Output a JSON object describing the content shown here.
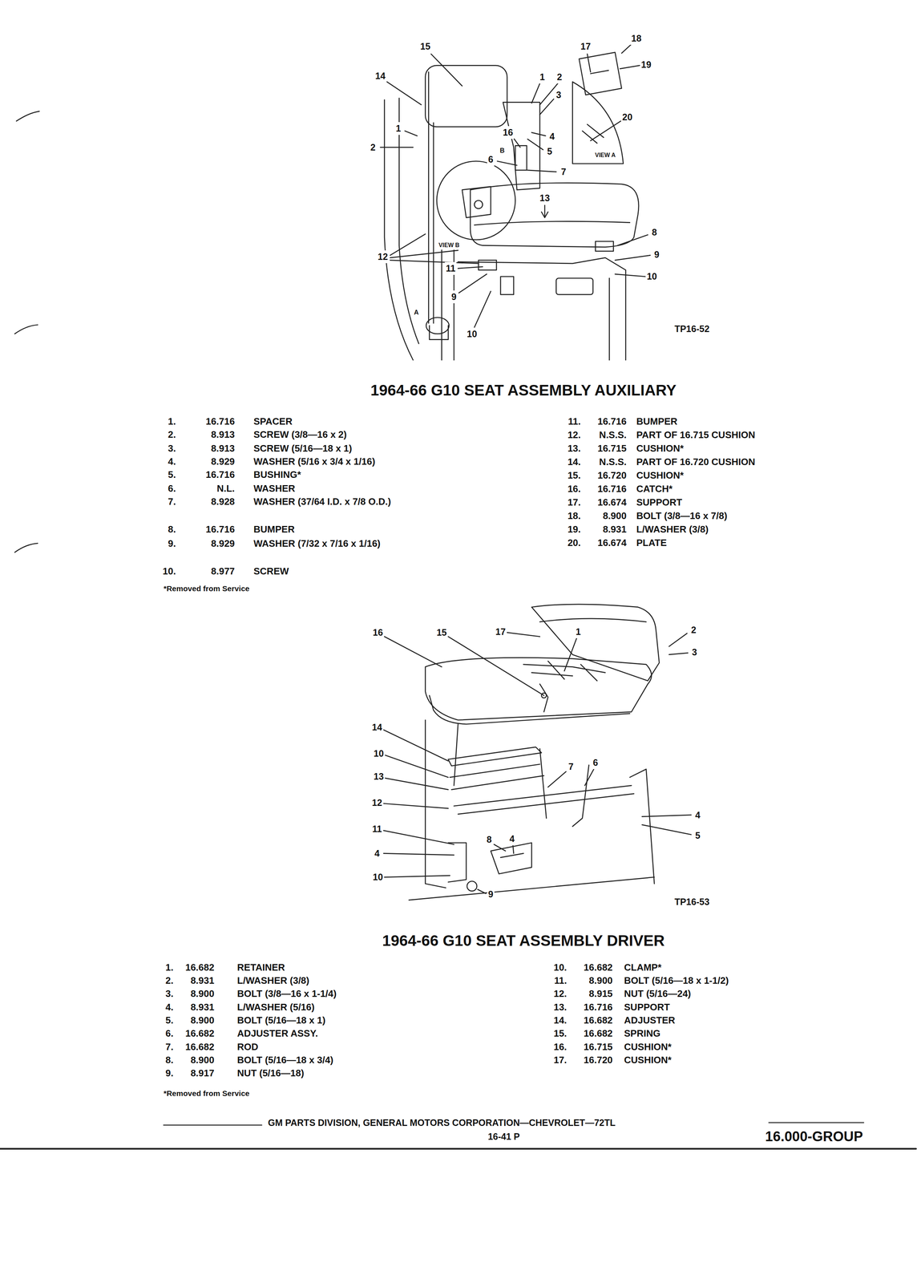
{
  "diagram": {
    "labels": [
      "15",
      "14",
      "17",
      "18",
      "19",
      "1",
      "2",
      "3",
      "16",
      "4",
      "5",
      "6",
      "7",
      "20",
      "1",
      "2",
      "13",
      "8",
      "9",
      "10",
      "12",
      "11",
      "9",
      "10",
      "VIEW A",
      "VIEW B",
      "A",
      "B",
      "TP16-52",
      "1964-66 G10 SEAT ASSEMBLY AUXILIARY",
      "1.",
      "16.716",
      "SPACER",
      "2.",
      "8.913",
      "SCREW (3/8—16 x 2)",
      "3.",
      "8.913",
      "SCREW (5/16—18 x 1)",
      "4.",
      "8.929",
      "WASHER (5/16 x 3/4 x 1/16)",
      "5.",
      "16.716",
      "BUSHING*",
      "6.",
      "N.L.",
      "WASHER",
      "7.",
      "8.928",
      "WASHER (37/64 I.D. x 7/8 O.D.)",
      "8.",
      "16.716",
      "BUMPER",
      "9.",
      "8.929",
      "WASHER (7/32 x 7/16 x 1/16)",
      "10.",
      "8.977",
      "SCREW",
      "11.",
      "16.716",
      "BUMPER",
      "12.",
      "N.S.S.",
      "PART OF 16.715 CUSHION",
      "13.",
      "16.715",
      "CUSHION*",
      "14.",
      "N.S.S.",
      "PART OF 16.720 CUSHION",
      "15.",
      "16.720",
      "CUSHION*",
      "16.",
      "16.716",
      "CATCH*",
      "17.",
      "16.674",
      "SUPPORT",
      "18.",
      "8.900",
      "BOLT (3/8—16 x 7/8)",
      "19.",
      "8.931",
      "L/WASHER (3/8)",
      "20.",
      "16.674",
      "PLATE",
      "*Removed from Service",
      "16",
      "15",
      "17",
      "1",
      "2",
      "3",
      "14",
      "10",
      "13",
      "12",
      "11",
      "4",
      "10",
      "8",
      "4",
      "7",
      "6",
      "4",
      "5",
      "9",
      "TP16-53",
      "1964-66 G10 SEAT ASSEMBLY DRIVER",
      "1.",
      "16.682",
      "RETAINER",
      "2.",
      "8.931",
      "L/WASHER (3/8)",
      "3.",
      "8.900",
      "BOLT (3/8—16 x 1-1/4)",
      "4.",
      "8.931",
      "L/WASHER (5/16)",
      "5.",
      "8.900",
      "BOLT (5/16—18 x 1)",
      "6.",
      "16.682",
      "ADJUSTER ASSY.",
      "7.",
      "16.682",
      "ROD",
      "8.",
      "8.900",
      "BOLT (5/16—18 x 3/4)",
      "9.",
      "8.917",
      "NUT (5/16—18)",
      "10.",
      "16.682",
      "CLAMP*",
      "11.",
      "8.900",
      "BOLT (5/16—18 x 1-1/2)",
      "12.",
      "8.915",
      "NUT (5/16—24)",
      "13.",
      "16.716",
      "SUPPORT",
      "14.",
      "16.682",
      "ADJUSTER",
      "15.",
      "16.682",
      "SPRING",
      "16.",
      "16.715",
      "CUSHION*",
      "17.",
      "16.720",
      "CUSHION*",
      "*Removed from Service",
      "GM PARTS DIVISION, GENERAL MOTORS CORPORATION—CHEVROLET—72TL",
      "16-41 P",
      "16.000-GROUP"
    ]
  }
}
